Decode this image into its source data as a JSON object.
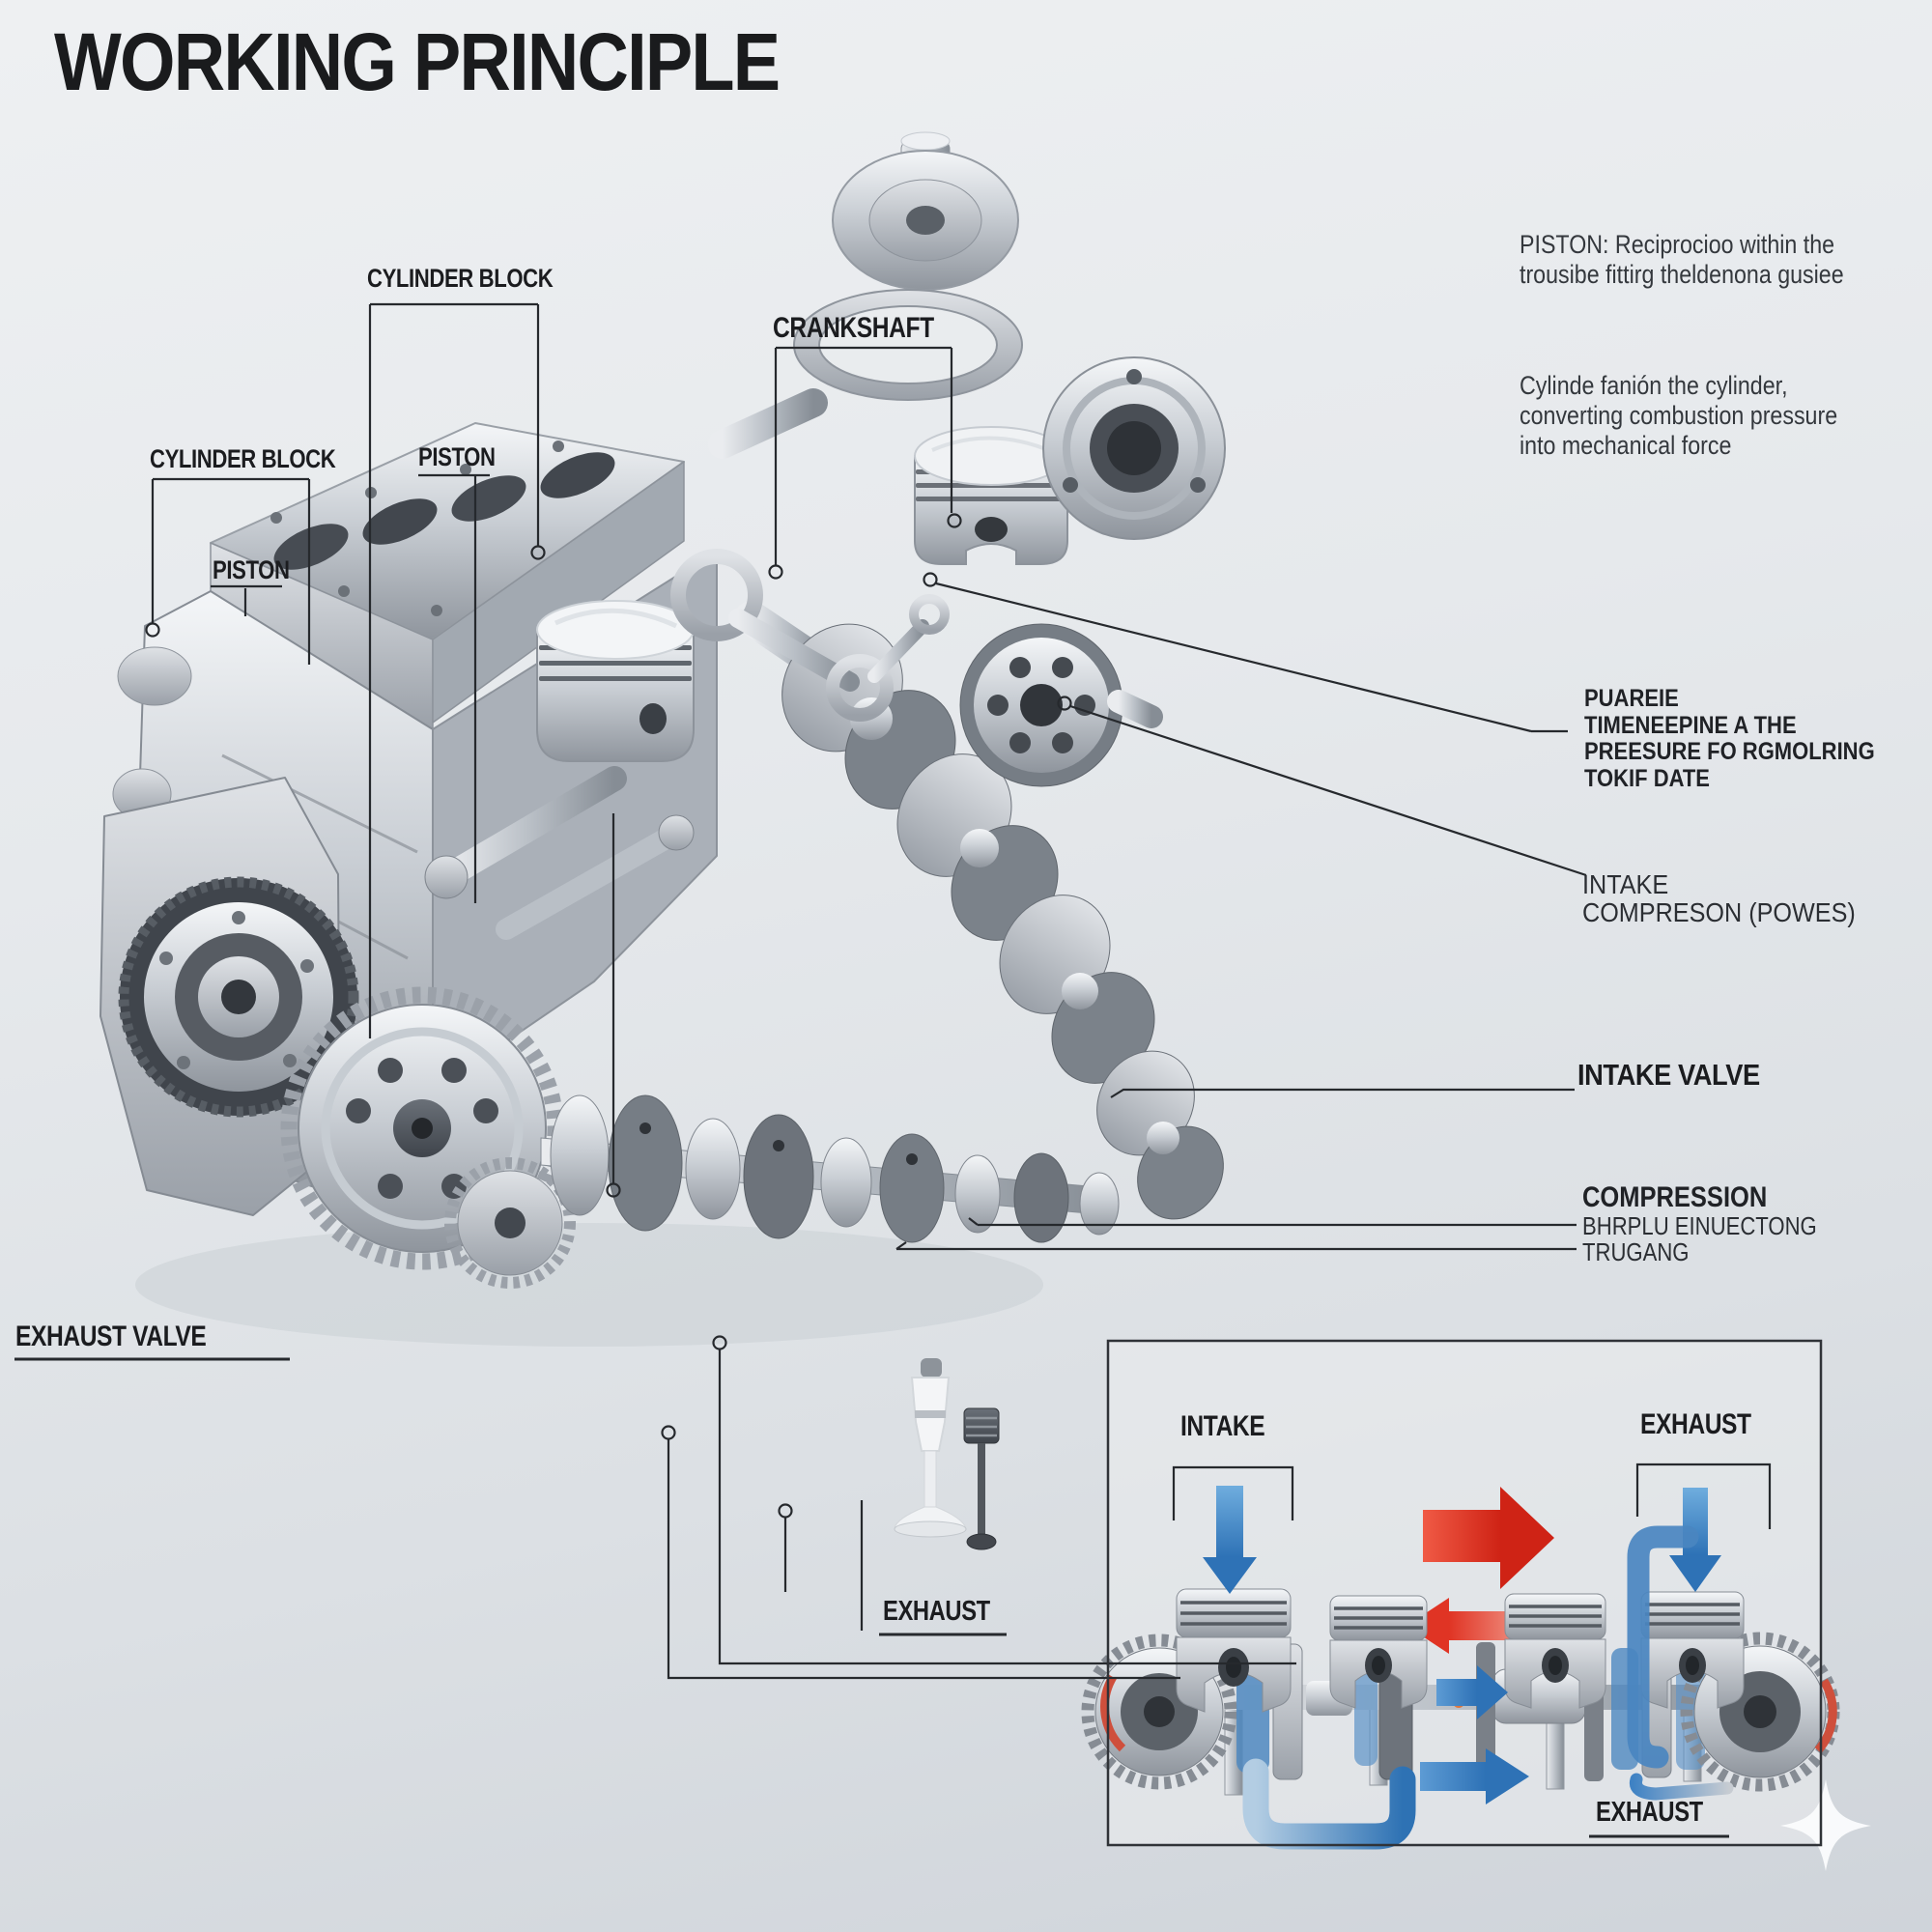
{
  "page": {
    "title": "WORKING PRINCIPLE",
    "background_color": "#e4e7ea"
  },
  "part_labels": {
    "cylinder_block_top": "CYLINDER BLOCK",
    "cylinder_block_left": "CYLINDER BLOCK",
    "piston_center": "PISTON",
    "piston_left": "PISTON",
    "crankshaft": "CRANKSHAFT",
    "exhaust_valve": "EXHAUST VALVE",
    "exhaust_bottom": "EXHAUST"
  },
  "notes": {
    "piston": {
      "lines": [
        "PISTON: Reciprocioo within the",
        "trousibe fittirg theldenona gusiee"
      ]
    },
    "cylinder": {
      "lines": [
        "Cylinde fanión the cylinder,",
        "converting combustion pressure",
        "into mechanical force"
      ]
    },
    "puareie": {
      "lines": [
        "PUAREIE",
        "TIMENEEPINE A THE",
        "PREESURE FO RGMOLRING",
        "TOKIF DATE"
      ]
    },
    "intake": {
      "lines": [
        "INTAKE",
        "COMPRESON (POWES)"
      ]
    },
    "intake_valve": "INTAKE VALVE",
    "compression": {
      "heading": "COMPRESSION",
      "lines": [
        "BHRPLU EINUECTONG",
        "TRUGANG"
      ]
    }
  },
  "inset": {
    "intake_label": "INTAKE",
    "exhaust_top_label": "EXHAUST",
    "exhaust_bottom_label": "EXHAUST"
  },
  "colors": {
    "intake_blue": "#3E86C7",
    "exhaust_red": "#E03A28",
    "leader_line": "#26292D",
    "metal_light": "#F2F4F6",
    "metal_mid": "#C3C8CE",
    "metal_dark": "#575D64"
  }
}
